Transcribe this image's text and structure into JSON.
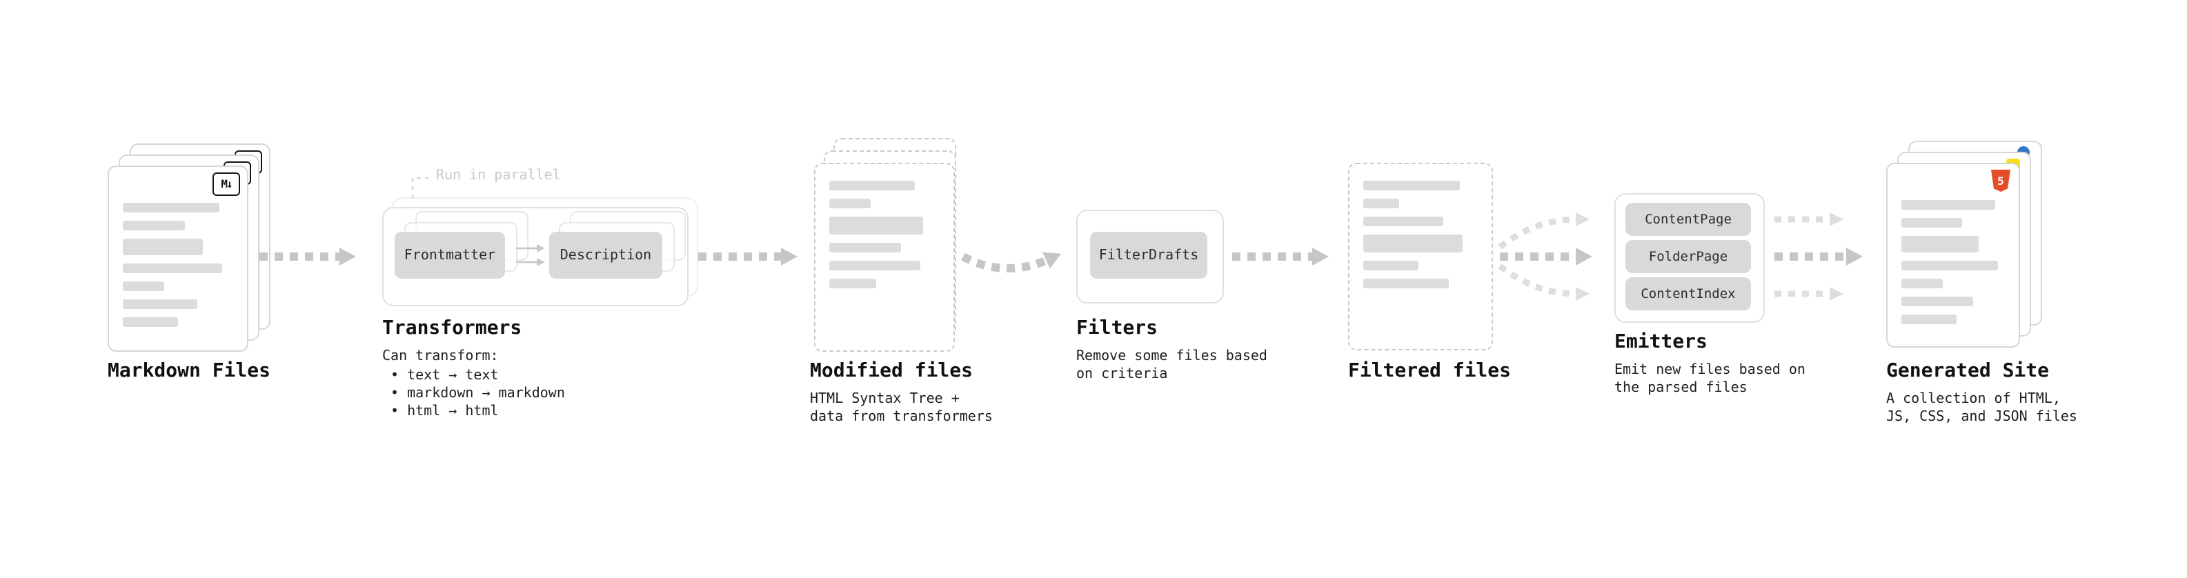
{
  "nodes": {
    "markdown_files": {
      "label": "Markdown Files",
      "badge": "M↓"
    },
    "transformers": {
      "label": "Transformers",
      "callout": "Run in parallel",
      "box1": "Frontmatter",
      "box2": "Description",
      "desc_title": "Can transform:",
      "bullets": [
        "• text → text",
        "• markdown → markdown",
        "• html → html"
      ]
    },
    "modified_files": {
      "label": "Modified files",
      "desc": "HTML Syntax Tree +\ndata from transformers"
    },
    "filters": {
      "label": "Filters",
      "box1": "FilterDrafts",
      "desc": "Remove some files based\non criteria"
    },
    "filtered_files": {
      "label": "Filtered files"
    },
    "emitters": {
      "label": "Emitters",
      "boxes": [
        "ContentPage",
        "FolderPage",
        "ContentIndex"
      ],
      "desc": "Emit new files based on\nthe parsed files"
    },
    "generated_site": {
      "label": "Generated Site",
      "badge": "5",
      "desc": "A collection of HTML,\nJS, CSS, and JSON files"
    }
  },
  "colors": {
    "arrow": "#c6c6c6",
    "arrow_soft": "#dedede",
    "chip": "#d9d9d9",
    "html5_orange": "#e44d26",
    "js_yellow": "#f7df1e",
    "blue_badge": "#3178c6"
  }
}
